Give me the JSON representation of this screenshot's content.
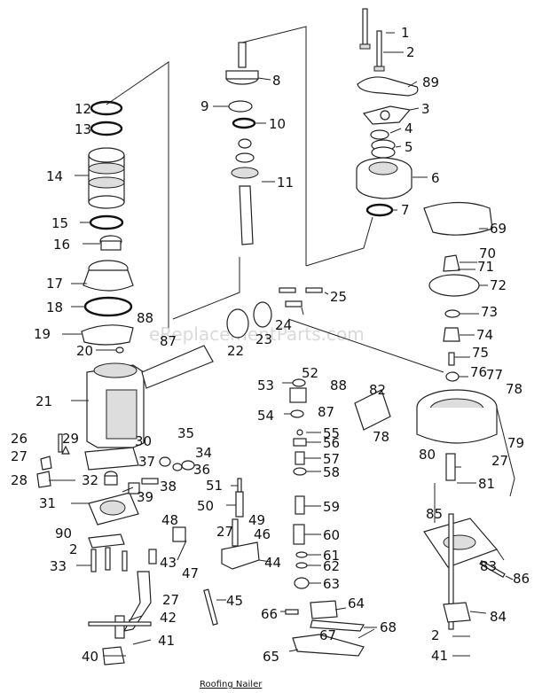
{
  "diagram": {
    "caption": "Roofing Nailer",
    "watermark": "eReplacementParts.com",
    "labels": [
      {
        "id": "p1",
        "text": "1"
      },
      {
        "id": "p2a",
        "text": "2"
      },
      {
        "id": "p89",
        "text": "89"
      },
      {
        "id": "p3",
        "text": "3"
      },
      {
        "id": "p4",
        "text": "4"
      },
      {
        "id": "p5",
        "text": "5"
      },
      {
        "id": "p6",
        "text": "6"
      },
      {
        "id": "p7",
        "text": "7"
      },
      {
        "id": "p8",
        "text": "8"
      },
      {
        "id": "p9",
        "text": "9"
      },
      {
        "id": "p10",
        "text": "10"
      },
      {
        "id": "p11",
        "text": "11"
      },
      {
        "id": "p12",
        "text": "12"
      },
      {
        "id": "p13",
        "text": "13"
      },
      {
        "id": "p14",
        "text": "14"
      },
      {
        "id": "p15",
        "text": "15"
      },
      {
        "id": "p16",
        "text": "16"
      },
      {
        "id": "p17",
        "text": "17"
      },
      {
        "id": "p18",
        "text": "18"
      },
      {
        "id": "p19",
        "text": "19"
      },
      {
        "id": "p20",
        "text": "20"
      },
      {
        "id": "p21",
        "text": "21"
      },
      {
        "id": "p22",
        "text": "22"
      },
      {
        "id": "p23",
        "text": "23"
      },
      {
        "id": "p24",
        "text": "24"
      },
      {
        "id": "p25",
        "text": "25"
      },
      {
        "id": "p26",
        "text": "26"
      },
      {
        "id": "p27a",
        "text": "27"
      },
      {
        "id": "p28",
        "text": "28"
      },
      {
        "id": "p29",
        "text": "29"
      },
      {
        "id": "p30",
        "text": "30"
      },
      {
        "id": "p31",
        "text": "31"
      },
      {
        "id": "p32",
        "text": "32"
      },
      {
        "id": "p33",
        "text": "33"
      },
      {
        "id": "p34",
        "text": "34"
      },
      {
        "id": "p35",
        "text": "35"
      },
      {
        "id": "p36",
        "text": "36"
      },
      {
        "id": "p37",
        "text": "37"
      },
      {
        "id": "p38",
        "text": "38"
      },
      {
        "id": "p39",
        "text": "39"
      },
      {
        "id": "p40",
        "text": "40"
      },
      {
        "id": "p41a",
        "text": "41"
      },
      {
        "id": "p42",
        "text": "42"
      },
      {
        "id": "p43",
        "text": "43"
      },
      {
        "id": "p44",
        "text": "44"
      },
      {
        "id": "p45",
        "text": "45"
      },
      {
        "id": "p46",
        "text": "46"
      },
      {
        "id": "p47",
        "text": "47"
      },
      {
        "id": "p48",
        "text": "48"
      },
      {
        "id": "p49",
        "text": "49"
      },
      {
        "id": "p50",
        "text": "50"
      },
      {
        "id": "p51",
        "text": "51"
      },
      {
        "id": "p52",
        "text": "52"
      },
      {
        "id": "p53",
        "text": "53"
      },
      {
        "id": "p54",
        "text": "54"
      },
      {
        "id": "p55",
        "text": "55"
      },
      {
        "id": "p56",
        "text": "56"
      },
      {
        "id": "p57",
        "text": "57"
      },
      {
        "id": "p58",
        "text": "58"
      },
      {
        "id": "p59",
        "text": "59"
      },
      {
        "id": "p60",
        "text": "60"
      },
      {
        "id": "p61",
        "text": "61"
      },
      {
        "id": "p62",
        "text": "62"
      },
      {
        "id": "p63",
        "text": "63"
      },
      {
        "id": "p64",
        "text": "64"
      },
      {
        "id": "p65",
        "text": "65"
      },
      {
        "id": "p66",
        "text": "66"
      },
      {
        "id": "p67",
        "text": "67"
      },
      {
        "id": "p68",
        "text": "68"
      },
      {
        "id": "p69",
        "text": "69"
      },
      {
        "id": "p70",
        "text": "70"
      },
      {
        "id": "p71",
        "text": "71"
      },
      {
        "id": "p72",
        "text": "72"
      },
      {
        "id": "p73",
        "text": "73"
      },
      {
        "id": "p74",
        "text": "74"
      },
      {
        "id": "p75",
        "text": "75"
      },
      {
        "id": "p76",
        "text": "76"
      },
      {
        "id": "p77",
        "text": "77"
      },
      {
        "id": "p78a",
        "text": "78"
      },
      {
        "id": "p78b",
        "text": "78"
      },
      {
        "id": "p79",
        "text": "79"
      },
      {
        "id": "p80",
        "text": "80"
      },
      {
        "id": "p81",
        "text": "81"
      },
      {
        "id": "p82",
        "text": "82"
      },
      {
        "id": "p83",
        "text": "83"
      },
      {
        "id": "p84",
        "text": "84"
      },
      {
        "id": "p85",
        "text": "85"
      },
      {
        "id": "p86",
        "text": "86"
      },
      {
        "id": "p87a",
        "text": "87"
      },
      {
        "id": "p87b",
        "text": "87"
      },
      {
        "id": "p88a",
        "text": "88"
      },
      {
        "id": "p88b",
        "text": "88"
      },
      {
        "id": "p90",
        "text": "90"
      },
      {
        "id": "p2b",
        "text": "2"
      },
      {
        "id": "p2c",
        "text": "2"
      },
      {
        "id": "p27b",
        "text": "27"
      },
      {
        "id": "p27c",
        "text": "27"
      },
      {
        "id": "p27d",
        "text": "27"
      },
      {
        "id": "p41b",
        "text": "41"
      }
    ]
  }
}
